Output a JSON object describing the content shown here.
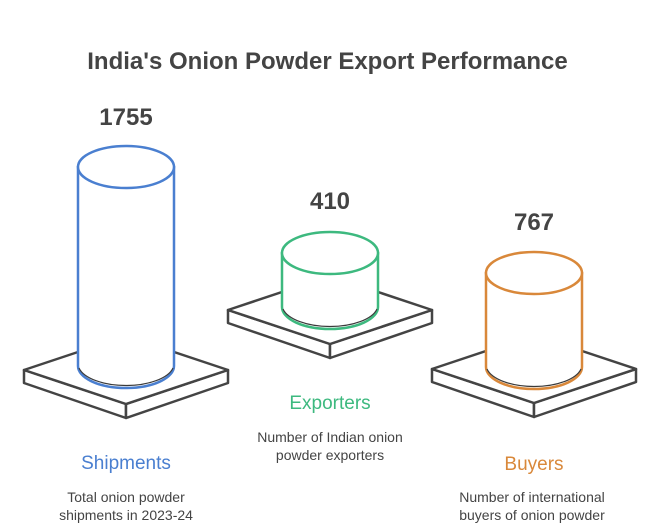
{
  "title": "India's Onion Powder Export Performance",
  "items": [
    {
      "label": "Shipments",
      "value": "1755",
      "description_line1": "Total onion powder",
      "description_line2": "shipments in 2023-24",
      "color": "#4A7FD0"
    },
    {
      "label": "Exporters",
      "value": "410",
      "description_line1": "Number of Indian onion",
      "description_line2": "powder exporters",
      "color": "#3DB97F"
    },
    {
      "label": "Buyers",
      "value": "767",
      "description_line1": "Number of international",
      "description_line2": "buyers of onion powder",
      "color": "#D9883A"
    }
  ],
  "chart_data": {
    "type": "bar",
    "style": "3d-cylinder-infographic",
    "title": "India's Onion Powder Export Performance",
    "categories": [
      "Shipments",
      "Exporters",
      "Buyers"
    ],
    "values": [
      1755,
      410,
      767
    ],
    "descriptions": [
      "Total onion powder shipments in 2023-24",
      "Number of Indian onion powder exporters",
      "Number of international buyers of onion powder"
    ],
    "colors": [
      "#4A7FD0",
      "#3DB97F",
      "#D9883A"
    ],
    "xlabel": "",
    "ylabel": "",
    "grid": false,
    "legend": "none"
  }
}
